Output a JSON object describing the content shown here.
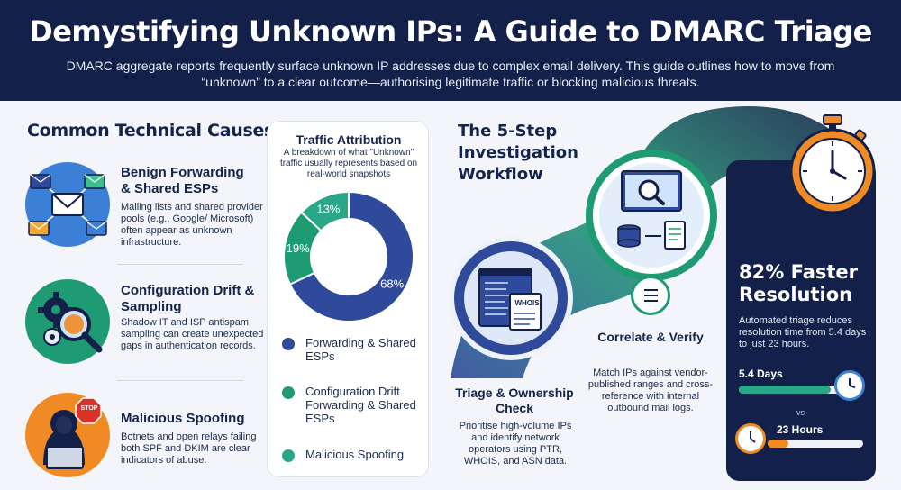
{
  "header": {
    "title": "Demystifying Unknown IPs: A Guide to DMARC Triage",
    "subtitle": "DMARC aggregate reports frequently surface unknown IP addresses due to complex email delivery. This guide outlines how to move from “unknown” to a clear outcome—authorising legitimate traffic or blocking malicious threats."
  },
  "causes": {
    "title": "Common Technical Causes",
    "items": [
      {
        "title": "Benign Forwarding & Shared ESPs",
        "desc": "Mailing lists and shared provider pools (e.g., Google/ Microsoft) often appear as unknown infrastructure.",
        "icon": "envelope-network-icon"
      },
      {
        "title": "Configuration Drift & Sampling",
        "desc": "Shadow IT and ISP antispam sampling can create unexpected gaps in authentication records.",
        "icon": "gear-magnifier-icon"
      },
      {
        "title": "Malicious Spoofing",
        "desc": "Botnets and open relays failing both SPF and DKIM are clear indicators of abuse.",
        "icon": "hacker-stop-icon",
        "badge": "STOP"
      }
    ]
  },
  "attribution": {
    "title": "Traffic Attribution",
    "subtitle": "A breakdown of what \"Unknown\" traffic usually represents based on real-world snapshots",
    "legend": [
      "Forwarding & Shared ESPs",
      "Configuration Drift Forwarding & Shared ESPs",
      "Malicious Spoofing"
    ]
  },
  "chart_data": {
    "type": "pie",
    "categories": [
      "Forwarding & Shared ESPs",
      "Configuration Drift Forwarding & Shared ESPs",
      "Malicious Spoofing"
    ],
    "values": [
      68,
      19,
      13
    ],
    "labels": [
      "68%",
      "19%",
      "13%"
    ],
    "colors": [
      "#2f4a9a",
      "#1f9b74",
      "#2aa788"
    ]
  },
  "workflow": {
    "title_lines": [
      "The 5-Step",
      "Investigation",
      "Workflow"
    ],
    "steps": [
      {
        "title": "Triage & Ownership Check",
        "desc": "Prioritise high-volume IPs and identify network operators using PTR, WHOIS, and ASN data.",
        "icon": "whois-document-icon",
        "doc_label": "WHOIS"
      },
      {
        "title": "Correlate & Verify",
        "desc": "Match IPs against vendor-published ranges and cross-reference with internal outbound mail logs.",
        "icon": "monitor-database-icon"
      }
    ]
  },
  "result": {
    "title": "82% Faster Resolution",
    "desc": "Automated triage reduces resolution time from 5.4 days to just 23 hours.",
    "before": {
      "label": "5.4 Days",
      "fill": 0.85
    },
    "vs": "vs",
    "after": {
      "label": "23 Hours",
      "fill": 0.22
    },
    "icon": "stopwatch-icon"
  },
  "colors": {
    "navy": "#13204a",
    "blue": "#2f4a9a",
    "teal": "#1f9b74",
    "orange": "#f08a24",
    "light_blue": "#3b82d6"
  }
}
